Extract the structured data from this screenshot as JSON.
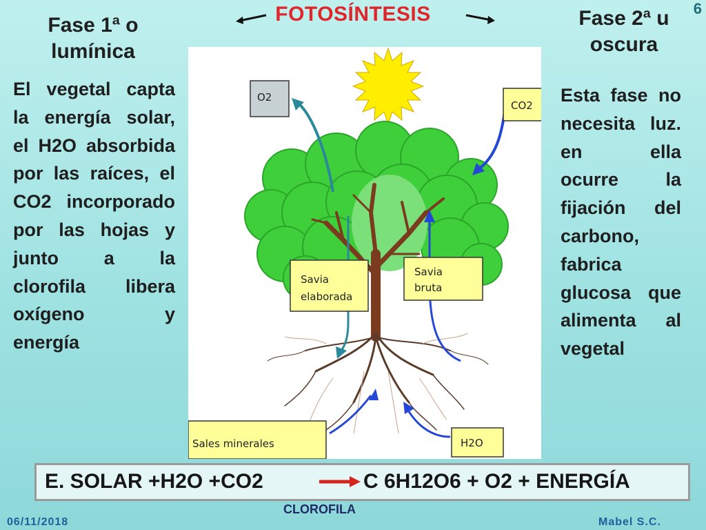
{
  "slide": {
    "number": "6",
    "title": "FOTOSÍNTESIS",
    "date": "06/11/2018",
    "author": "Mabel S.C."
  },
  "phase1": {
    "title_line1": "Fase 1ª o",
    "title_line2": "lumínica",
    "lines": [
      "El vegetal capta",
      "la energía solar,",
      "el H2O absorbida",
      "por las raíces, el",
      "CO2 incorporado",
      "por las hojas y",
      "junto a la",
      "clorofila libera",
      "oxígeno y",
      "energía"
    ]
  },
  "phase2": {
    "title_line1": "Fase 2ª u",
    "title_line2": "oscura",
    "lines": [
      "Esta fase no",
      "necesita luz.",
      "en ella",
      "ocurre la",
      "fijación del",
      "carbono,",
      "fabrica",
      "glucosa que",
      "alimenta al",
      "vegetal"
    ]
  },
  "diagram": {
    "o2_label": "O2",
    "co2_label": "CO2",
    "savia_elaborada_line1": "Savia",
    "savia_elaborada_line2": "elaborada",
    "savia_bruta_line1": "Savia",
    "savia_bruta_line2": "bruta",
    "sales_minerales": "Sales minerales",
    "h2o_label": "H2O",
    "colors": {
      "sun": "#ffee00",
      "leaves": "#33cc33",
      "trunk": "#7a3b1e",
      "arrow_blue": "#2447d6",
      "arrow_teal": "#2a8a9a",
      "label_box": "#ffff99"
    }
  },
  "equation": {
    "left": "E. SOLAR +H2O +CO2",
    "right": "C 6H12O6 + O2 + ENERGÍA",
    "catalyst": "CLOROFILA"
  }
}
